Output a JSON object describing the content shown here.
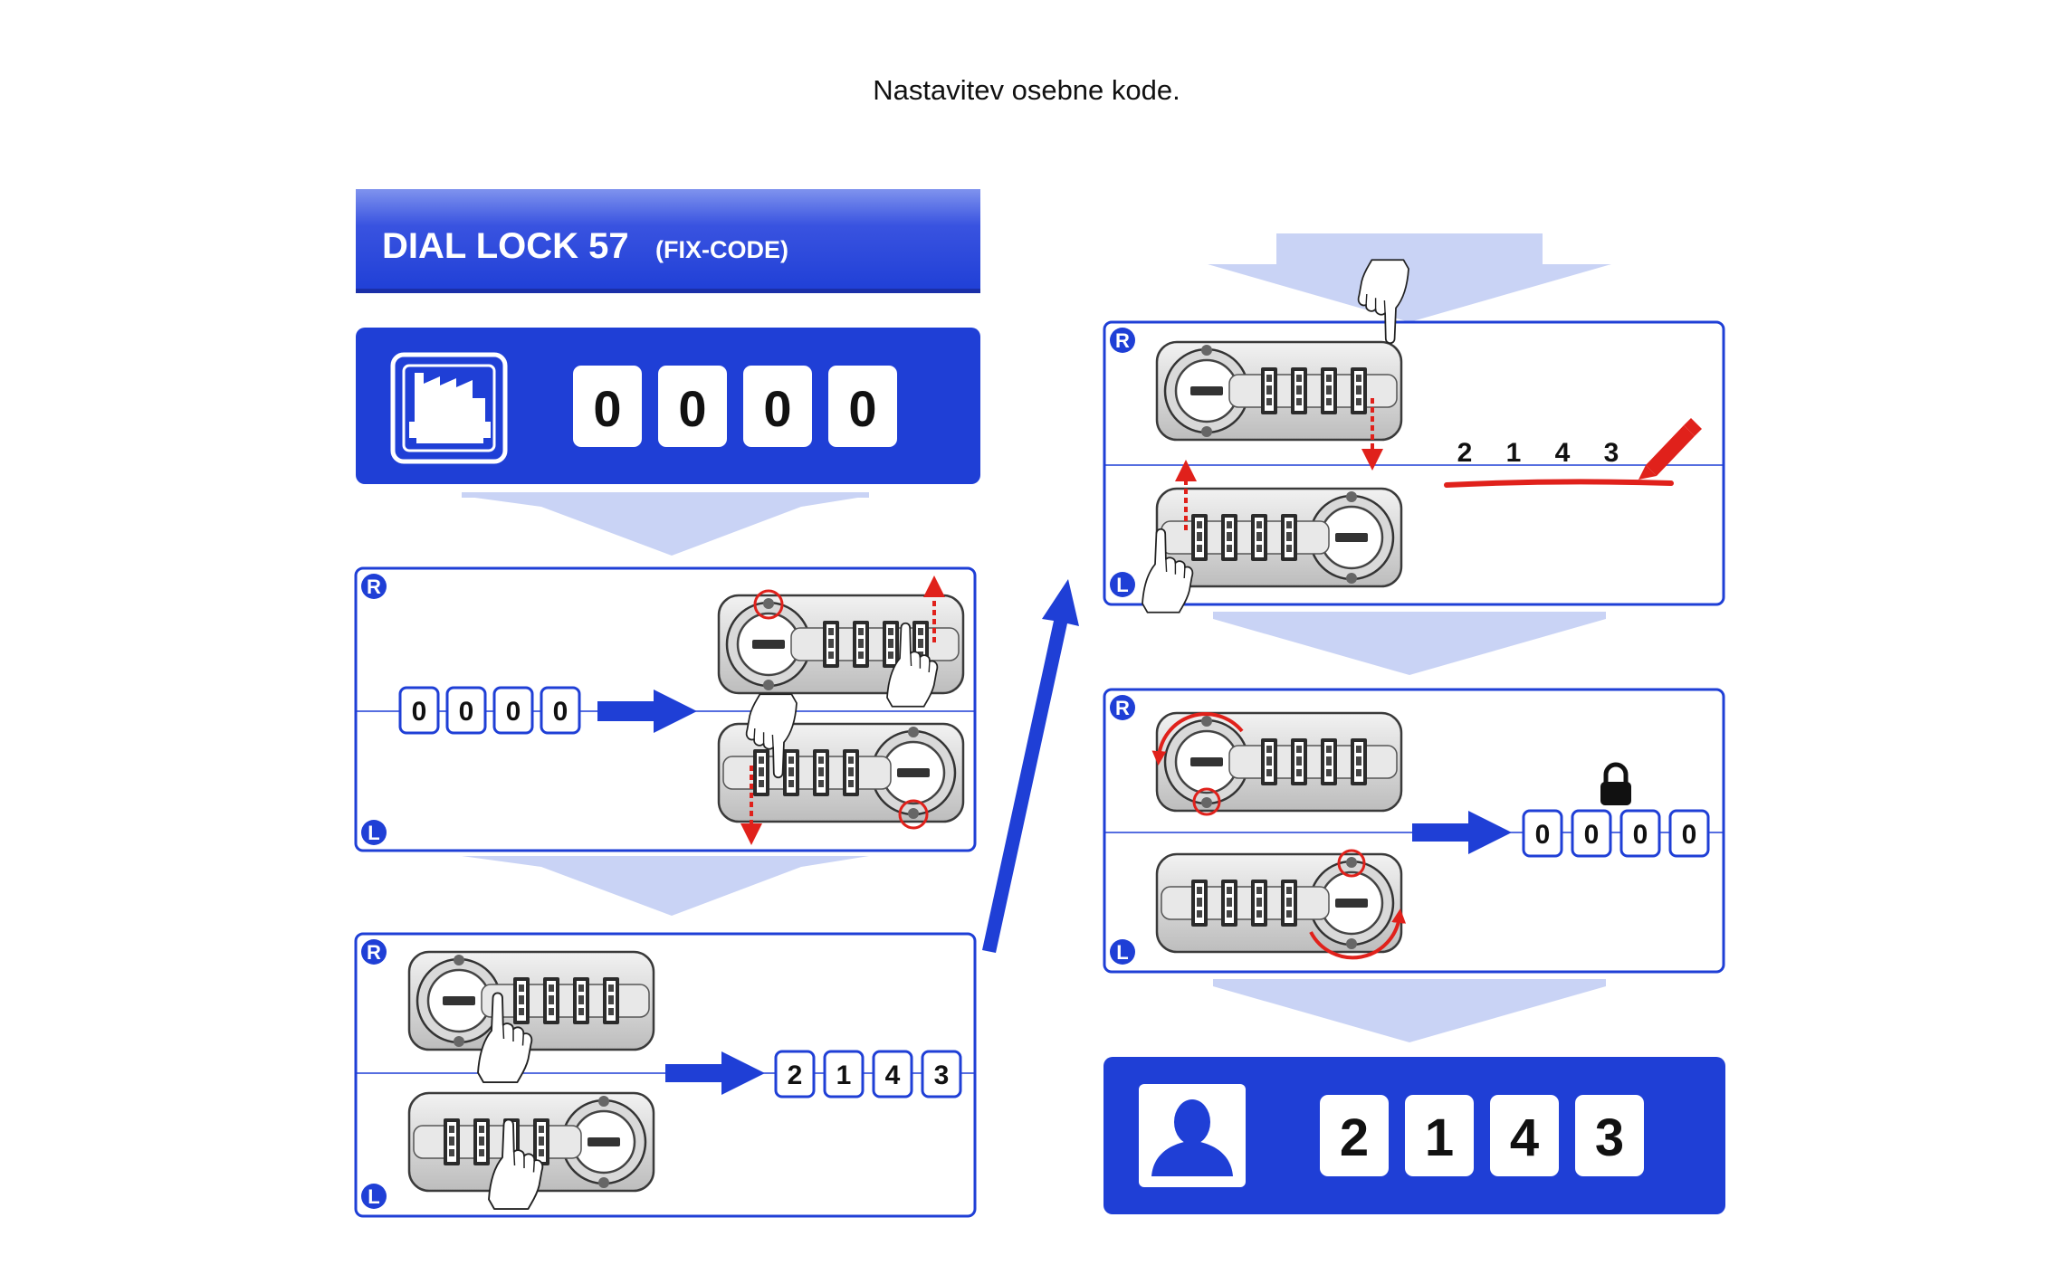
{
  "title": "Nastavitev osebne kode.",
  "header": {
    "product": "DIAL LOCK 57",
    "variant": "(FIX-CODE)"
  },
  "factory_code": {
    "icon": "factory-icon",
    "digits": [
      "0",
      "0",
      "0",
      "0"
    ]
  },
  "step1": {
    "side_top": "R",
    "side_bottom": "L",
    "start_code": [
      "0",
      "0",
      "0",
      "0"
    ]
  },
  "step2": {
    "side_top": "R",
    "side_bottom": "L",
    "new_code": [
      "2",
      "1",
      "4",
      "3"
    ]
  },
  "step3": {
    "side_top": "R",
    "side_bottom": "L",
    "written_code": [
      "2",
      "1",
      "4",
      "3"
    ],
    "note_icon": "pencil-icon"
  },
  "step4": {
    "side_top": "R",
    "side_bottom": "L",
    "result_code": [
      "0",
      "0",
      "0",
      "0"
    ],
    "lock_icon": "padlock-icon"
  },
  "personal_code": {
    "icon": "user-icon",
    "digits": [
      "2",
      "1",
      "4",
      "3"
    ]
  },
  "colors": {
    "brand_blue": "#1f3fd6",
    "arrow_light": "#c9d3f5",
    "accent_red": "#e0211b"
  }
}
